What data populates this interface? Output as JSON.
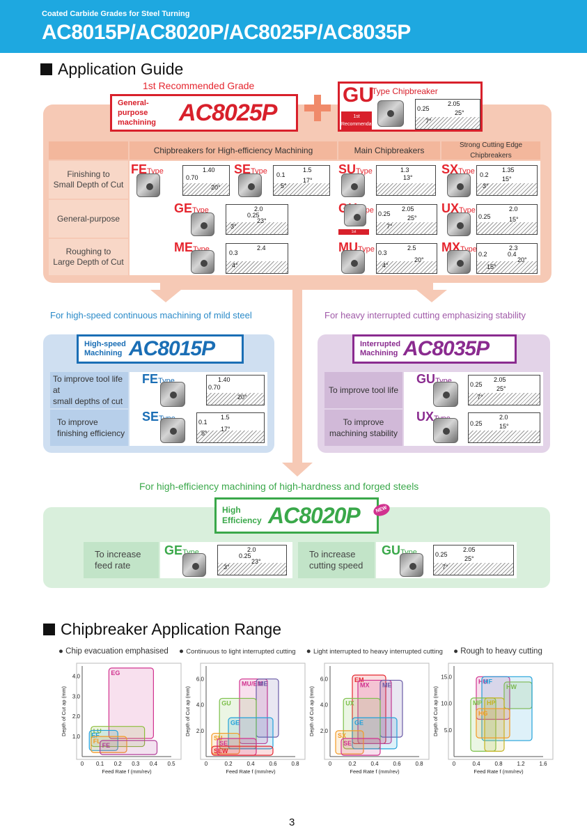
{
  "header": {
    "subtitle": "Coated Carbide Grades for Steel Turning",
    "title": "AC8015P/AC8020P/AC8025P/AC8035P"
  },
  "section1": {
    "title": "Application Guide"
  },
  "recommended": {
    "label": "1st Recommended Grade",
    "purpose_line1": "General-purpose",
    "purpose_line2": "machining",
    "grade": "AC8025P",
    "gu_code": "GU",
    "gu_suffix": "Type Chipbreaker",
    "gu_badge_line1": "1st",
    "gu_badge_line2": "Recommendation",
    "gu_dims": [
      "2.05",
      "0.25",
      "25°",
      "7°"
    ]
  },
  "table": {
    "headers": [
      "Chipbreakers for High-efficiency Machining",
      "Main Chipbreakers",
      "Strong Cutting Edge Chipbreakers"
    ],
    "type_word": "Type",
    "rows": [
      {
        "label_line1": "Finishing to",
        "label_line2": "Small Depth of Cut",
        "cells": [
          {
            "code": "FE",
            "dims": [
              "1.40",
              "0.70",
              "20°"
            ]
          },
          {
            "code": "SE",
            "dims": [
              "1.5",
              "0.1",
              "17°",
              "5°"
            ]
          },
          {
            "code": "SU",
            "dims": [
              "1.3",
              "13°"
            ]
          },
          {
            "code": "SX",
            "dims": [
              "1.35",
              "0.2",
              "15°",
              "3°"
            ]
          }
        ]
      },
      {
        "label_line1": "General-purpose",
        "label_line2": "",
        "cells": [
          {
            "code": "GE",
            "dims": [
              "2.0",
              "0.25",
              "23°",
              "3°"
            ]
          },
          {
            "code": "GU",
            "dims": [
              "2.05",
              "0.25",
              "25°",
              "7°"
            ],
            "badge": "1st Recommendation"
          },
          {
            "code": "UX",
            "dims": [
              "2.0",
              "0.25",
              "15°"
            ]
          }
        ]
      },
      {
        "label_line1": "Roughing to",
        "label_line2": "Large Depth of Cut",
        "cells": [
          {
            "code": "ME",
            "dims": [
              "2.4",
              "0.3",
              "4°"
            ]
          },
          {
            "code": "MU",
            "dims": [
              "2.5",
              "0.3",
              "20°",
              "4°"
            ]
          },
          {
            "code": "MX",
            "dims": [
              "2.3",
              "0.2",
              "0.4",
              "20°",
              "15°"
            ]
          }
        ]
      }
    ]
  },
  "ac8015": {
    "caption": "For high-speed continuous machining of mild steel",
    "tag_line1": "High-speed",
    "tag_line2": "Machining",
    "grade": "AC8015P",
    "rows": [
      {
        "label_line1": "To improve tool life at",
        "label_line2": "small depths of cut",
        "code": "FE",
        "dims": [
          "1.40",
          "0.70",
          "20°"
        ]
      },
      {
        "label_line1": "To improve",
        "label_line2": "finishing efficiency",
        "code": "SE",
        "dims": [
          "1.5",
          "0.1",
          "17°",
          "5°"
        ]
      }
    ]
  },
  "ac8035": {
    "caption": "For heavy interrupted cutting emphasizing stability",
    "tag_line1": "Interrupted",
    "tag_line2": "Machining",
    "grade": "AC8035P",
    "rows": [
      {
        "label_line1": "To improve tool life",
        "label_line2": "",
        "code": "GU",
        "dims": [
          "2.05",
          "0.25",
          "25°",
          "7°"
        ]
      },
      {
        "label_line1": "To improve",
        "label_line2": "machining stability",
        "code": "UX",
        "dims": [
          "2.0",
          "0.25",
          "15°"
        ]
      }
    ]
  },
  "ac8020": {
    "caption": "For high-efficiency machining of high-hardness and forged steels",
    "tag_line1": "High",
    "tag_line2": "Efficiency",
    "grade": "AC8020P",
    "new_badge": "NEW",
    "cells": [
      {
        "label_line1": "To increase",
        "label_line2": "feed rate",
        "code": "GE",
        "dims": [
          "2.0",
          "0.25",
          "23°",
          "3°"
        ]
      },
      {
        "label_line1": "To increase",
        "label_line2": "cutting speed",
        "code": "GU",
        "dims": [
          "2.05",
          "0.25",
          "25°",
          "7°"
        ]
      }
    ]
  },
  "section2": {
    "title": "Chipbreaker Application Range",
    "legend": [
      "Chip evacuation emphasised",
      "Continuous to light interrupted cutting",
      "Light interrupted to heavy interrupted cutting",
      "Rough to heavy cutting"
    ],
    "ylabel": "Depth of Cut ap (mm)",
    "xlabel": "Feed Rate f (mm/rev)"
  },
  "chart_data": [
    {
      "type": "area",
      "xlabel": "Feed Rate f (mm/rev)",
      "ylabel": "Depth of Cut ap (mm)",
      "xticks": [
        "0",
        "0.1",
        "0.2",
        "0.3",
        "0.4",
        "0.5"
      ],
      "yticks": [
        "1.0",
        "2.0",
        "3.0",
        "4.0"
      ],
      "xlim": [
        0,
        0.5
      ],
      "ylim": [
        0,
        4.5
      ],
      "regions": [
        {
          "name": "EG",
          "color": "#d1328f",
          "x0": 0.15,
          "x1": 0.4,
          "y0": 0.9,
          "y1": 4.4
        },
        {
          "name": "LU",
          "color": "#8cbd3a",
          "x0": 0.05,
          "x1": 0.35,
          "y0": 0.5,
          "y1": 1.5
        },
        {
          "name": "EF",
          "color": "#22a1d9",
          "x0": 0.04,
          "x1": 0.2,
          "y0": 0.3,
          "y1": 1.3
        },
        {
          "name": "FL",
          "color": "#f29a24",
          "x0": 0.05,
          "x1": 0.25,
          "y0": 0.2,
          "y1": 1.0
        },
        {
          "name": "FE",
          "color": "#b03d98",
          "x0": 0.1,
          "x1": 0.42,
          "y0": 0.1,
          "y1": 0.8
        }
      ]
    },
    {
      "type": "area",
      "xlabel": "Feed Rate f (mm/rev)",
      "ylabel": "Depth of Cut ap (mm)",
      "xticks": [
        "0",
        "0.2",
        "0.4",
        "0.6",
        "0.8"
      ],
      "yticks": [
        "2.0",
        "4.0",
        "6.0"
      ],
      "xlim": [
        0,
        0.8
      ],
      "ylim": [
        0,
        7
      ],
      "regions": [
        {
          "name": "MU/EM",
          "color": "#d1328f",
          "x0": 0.3,
          "x1": 0.55,
          "y0": 1.0,
          "y1": 6.0
        },
        {
          "name": "ME",
          "color": "#6a5ba6",
          "x0": 0.45,
          "x1": 0.65,
          "y0": 1.5,
          "y1": 6.0
        },
        {
          "name": "GU",
          "color": "#7cc04a",
          "x0": 0.12,
          "x1": 0.45,
          "y0": 0.6,
          "y1": 4.5
        },
        {
          "name": "GE",
          "color": "#22a1d9",
          "x0": 0.2,
          "x1": 0.6,
          "y0": 0.6,
          "y1": 3.0
        },
        {
          "name": "SU",
          "color": "#f29a24",
          "x0": 0.05,
          "x1": 0.3,
          "y0": 0.2,
          "y1": 1.8
        },
        {
          "name": "SE",
          "color": "#d1328f",
          "x0": 0.1,
          "x1": 0.45,
          "y0": 0.1,
          "y1": 1.4
        },
        {
          "name": "SEW",
          "color": "#e5262f",
          "x0": 0.05,
          "x1": 0.6,
          "y0": 0.1,
          "y1": 0.8
        }
      ]
    },
    {
      "type": "area",
      "xlabel": "Feed Rate f (mm/rev)",
      "ylabel": "Depth of Cut ap (mm)",
      "xticks": [
        "0",
        "0.2",
        "0.4",
        "0.6",
        "0.8"
      ],
      "yticks": [
        "2.0",
        "4.0",
        "6.0"
      ],
      "xlim": [
        0,
        0.8
      ],
      "ylim": [
        0,
        7
      ],
      "regions": [
        {
          "name": "EM",
          "color": "#e5262f",
          "x0": 0.2,
          "x1": 0.5,
          "y0": 1.0,
          "y1": 6.3
        },
        {
          "name": "MX",
          "color": "#d1328f",
          "x0": 0.25,
          "x1": 0.55,
          "y0": 1.0,
          "y1": 5.9
        },
        {
          "name": "ME",
          "color": "#6a5ba6",
          "x0": 0.45,
          "x1": 0.65,
          "y0": 1.5,
          "y1": 5.9
        },
        {
          "name": "UX",
          "color": "#7cc04a",
          "x0": 0.12,
          "x1": 0.45,
          "y0": 0.6,
          "y1": 4.5
        },
        {
          "name": "GE",
          "color": "#22a1d9",
          "x0": 0.2,
          "x1": 0.6,
          "y0": 0.6,
          "y1": 3.0
        },
        {
          "name": "SX",
          "color": "#f29a24",
          "x0": 0.05,
          "x1": 0.3,
          "y0": 0.2,
          "y1": 2.0
        },
        {
          "name": "SE",
          "color": "#d1328f",
          "x0": 0.1,
          "x1": 0.45,
          "y0": 0.1,
          "y1": 1.4
        }
      ]
    },
    {
      "type": "area",
      "xlabel": "Feed Rate f (mm/rev)",
      "ylabel": "Depth of Cut ap (mm)",
      "xticks": [
        "0",
        "0.4",
        "0.8",
        "1.2",
        "1.6"
      ],
      "yticks": [
        "5.0",
        "10.0",
        "15.0"
      ],
      "xlim": [
        0,
        1.6
      ],
      "ylim": [
        0,
        17
      ],
      "regions": [
        {
          "name": "HU",
          "color": "#d1328f",
          "x0": 0.4,
          "x1": 1.0,
          "y0": 7.0,
          "y1": 15.0
        },
        {
          "name": "HW",
          "color": "#8cbd3a",
          "x0": 0.9,
          "x1": 1.4,
          "y0": 9.0,
          "y1": 14.0
        },
        {
          "name": "HF",
          "color": "#22a1d9",
          "x0": 0.5,
          "x1": 1.4,
          "y0": 3.0,
          "y1": 15.0
        },
        {
          "name": "MP",
          "color": "#7cc04a",
          "x0": 0.3,
          "x1": 0.75,
          "y0": 1.0,
          "y1": 11.0
        },
        {
          "name": "HP",
          "color": "#c4b320",
          "x0": 0.55,
          "x1": 0.9,
          "y0": 1.0,
          "y1": 11.0
        },
        {
          "name": "HG",
          "color": "#f29a24",
          "x0": 0.4,
          "x1": 1.0,
          "y0": 3.5,
          "y1": 9.0
        }
      ]
    }
  ],
  "page_number": "3"
}
